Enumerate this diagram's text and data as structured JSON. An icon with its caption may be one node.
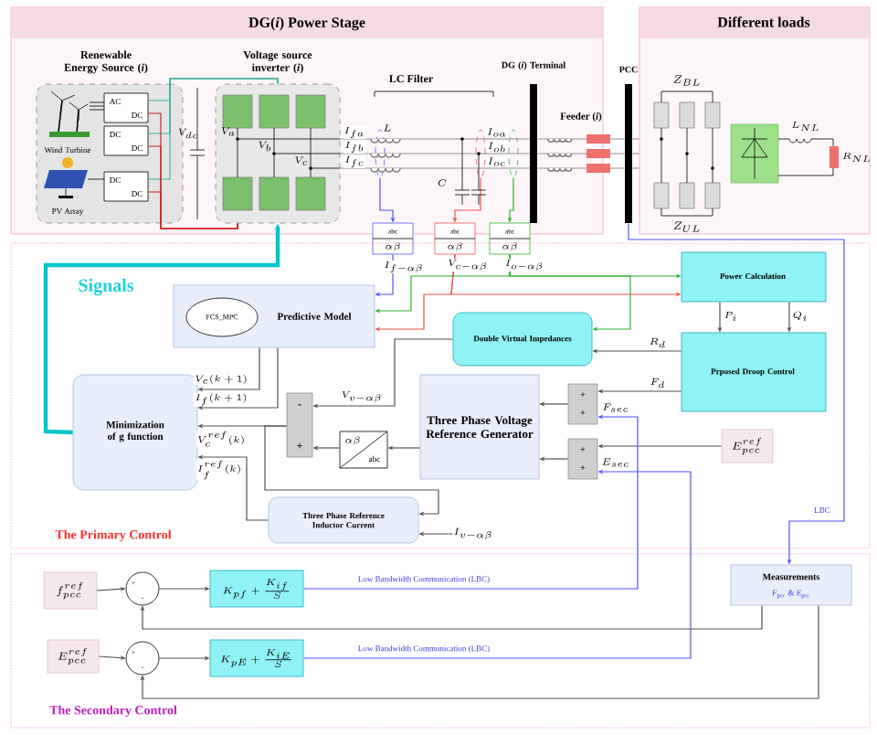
{
  "diagram": {
    "nodes": [
      {
        "text": [
          "DG(*i*) Power Stage"
        ]
      },
      {
        "text": [
          "Renewable Energy Source (*i*)",
          "Wind Turbine",
          "PV Array"
        ],
        "in": 0
      },
      {
        "text": [
          "AC",
          "DC"
        ],
        "in": 1
      },
      {
        "text": [
          "DC",
          "DC"
        ],
        "in": 1
      },
      {
        "text": [
          "DC",
          "DC"
        ],
        "in": 1
      },
      {
        "text": [
          "Voltage source inverter (*i*)"
        ],
        "in": 0
      },
      {
        "text": [
          "abc",
          "\\alpha\\beta"
        ]
      },
      {
        "text": [
          "abc",
          "\\alpha\\beta"
        ]
      },
      {
        "text": [
          "abc",
          "\\alpha\\beta"
        ]
      },
      {
        "text": [
          "Different loads"
        ]
      },
      {
        "text": [
          "The Primary Control"
        ]
      },
      {
        "text": [
          "Predictive Model"
        ],
        "in": 10
      },
      {
        "text": [
          "FCS_MPC"
        ],
        "in": 11
      },
      {
        "text": [
          "Minimization of g function"
        ],
        "in": 10
      },
      {
        "text": [
          "Power Calculation"
        ],
        "in": 10
      },
      {
        "text": [
          "Double Virtual Impedances"
        ],
        "in": 10
      },
      {
        "text": [
          "Prposed Droop Control"
        ],
        "in": 10
      },
      {
        "text": [
          "Three Phase Voltage Reference Generator"
        ],
        "in": 10
      },
      {
        "text": [
          "+",
          "+"
        ],
        "in": 10
      },
      {
        "text": [
          "+",
          "+"
        ],
        "in": 10
      },
      {
        "text": [
          "E_{pcc}^{ref}"
        ],
        "in": 10
      },
      {
        "text": [
          "-",
          "+"
        ],
        "in": 10
      },
      {
        "text": [
          "\\alpha\\beta",
          "abc"
        ],
        "in": 10
      },
      {
        "text": [
          "Three Phase Reference Inductor Current"
        ],
        "in": 10
      },
      {
        "text": [
          "The Secondary Control"
        ]
      },
      {
        "text": [
          "Measurements",
          "*F*$_{pcc}$ & *E*$_{pcc}$"
        ],
        "in": 24
      },
      {
        "text": [
          "f_{pcc}^{ref}"
        ],
        "in": 24
      },
      {
        "text": [
          "+",
          "-"
        ],
        "in": 24
      },
      {
        "text": [
          "K_{pf}+\\frac{K_{if}}{S}"
        ],
        "in": 24
      },
      {
        "text": [
          "E_{pcc}^{ref}"
        ],
        "in": 24
      },
      {
        "text": [
          "+",
          "-"
        ],
        "in": 24
      },
      {
        "text": [
          "K_{pE}+\\frac{K_{iE}}{S}"
        ],
        "in": 24
      },
      {
        "text": [],
        "shape": "ellipse",
        "in": 0
      },
      {
        "text": [],
        "shape": "ellipse",
        "in": 0
      },
      {
        "text": [],
        "shape": "ellipse",
        "in": 0
      },
      {
        "text": [
          "DG (*i*) Terminal"
        ],
        "in": 0
      },
      {
        "text": [
          "PCC"
        ]
      }
    ],
    "edges": [
      {
        "from": 13,
        "to": 5,
        "arrow": "to",
        "style": "thick",
        "color": "#00c4cc"
      },
      {
        "from": 32,
        "to": 6,
        "arrow": "to",
        "color": "#5050ff"
      },
      {
        "from": 33,
        "to": 7,
        "arrow": "to",
        "color": "#f05050"
      },
      {
        "from": 34,
        "to": 8,
        "arrow": "to",
        "color": "#30b030"
      },
      {
        "from": 6,
        "to": 11,
        "arrow": "to",
        "label": "I_{f-\\alpha\\beta}",
        "color": "#5050ff"
      },
      {
        "from": 7,
        "to": 11,
        "arrow": "to",
        "label": "V_{c-\\alpha\\beta}",
        "color": "#f05050"
      },
      {
        "from": 7,
        "to": 14,
        "arrow": "to",
        "color": "#f05050"
      },
      {
        "from": 8,
        "to": 11,
        "arrow": "to",
        "label": "I_{o-\\alpha\\beta}",
        "color": "#30b030"
      },
      {
        "from": 8,
        "to": 14,
        "arrow": "to",
        "color": "#30b030"
      },
      {
        "from": 8,
        "to": 15,
        "arrow": "to",
        "color": "#30b030"
      },
      {
        "from": 14,
        "to": 16,
        "arrow": "to",
        "label": "P_i"
      },
      {
        "from": 14,
        "to": 16,
        "arrow": "to",
        "label": "Q_i"
      },
      {
        "from": 16,
        "to": 15,
        "arrow": "to",
        "label": "R_d"
      },
      {
        "from": 16,
        "to": 18,
        "arrow": "to",
        "label": "F_d"
      },
      {
        "from": 20,
        "to": 19,
        "arrow": "to"
      },
      {
        "from": 18,
        "to": 17,
        "arrow": "to"
      },
      {
        "from": 19,
        "to": 17,
        "arrow": "to"
      },
      {
        "from": 17,
        "to": 22,
        "arrow": "to"
      },
      {
        "from": 22,
        "to": 21,
        "arrow": "to"
      },
      {
        "from": 15,
        "to": 21,
        "arrow": "to",
        "label": "V_{v-\\alpha\\beta}"
      },
      {
        "from": 21,
        "to": 13,
        "arrow": "to",
        "label": "V_c^{ref}(k)"
      },
      {
        "from": 21,
        "to": 23,
        "arrow": "to"
      },
      {
        "from": null,
        "to": 23,
        "arrow": "to",
        "label": "I_{v-\\alpha\\beta}"
      },
      {
        "from": 23,
        "to": 13,
        "arrow": "to",
        "label": "I_f^{ref}(k)"
      },
      {
        "from": 11,
        "to": 13,
        "arrow": "to",
        "label": "V_c(k+1)"
      },
      {
        "from": 11,
        "to": 13,
        "arrow": "to",
        "label": "I_f(k+1)"
      },
      {
        "from": 36,
        "to": 25,
        "arrow": "to",
        "color": "#5050ff"
      },
      {
        "from": 25,
        "to": 27,
        "arrow": "to"
      },
      {
        "from": 25,
        "to": 30,
        "arrow": "to"
      },
      {
        "from": 26,
        "to": 27,
        "arrow": "to"
      },
      {
        "from": 27,
        "to": 28,
        "arrow": "to"
      },
      {
        "from": 29,
        "to": 30,
        "arrow": "to"
      },
      {
        "from": 30,
        "to": 31,
        "arrow": "to"
      },
      {
        "from": 28,
        "to": 18,
        "arrow": "to",
        "label": "F_{sec}",
        "color": "#5050ff"
      },
      {
        "from": 31,
        "to": 19,
        "arrow": "to",
        "label": "E_{sec}",
        "color": "#5050ff"
      },
      {
        "from": 2,
        "to": 5,
        "arrow": "none",
        "color": "#40b0a0"
      },
      {
        "from": 3,
        "to": 5,
        "arrow": "none",
        "color": "#40b0a0"
      },
      {
        "from": 4,
        "to": 5,
        "arrow": "none",
        "color": "#40b0a0"
      },
      {
        "from": 2,
        "to": 5,
        "arrow": "none",
        "color": "#d02020"
      },
      {
        "from": 3,
        "to": 5,
        "arrow": "none",
        "color": "#d02020"
      },
      {
        "from": 4,
        "to": 5,
        "arrow": "none",
        "color": "#d02020"
      },
      {
        "from": 5,
        "to": 35,
        "arrow": "none",
        "color": "#909090"
      },
      {
        "from": 5,
        "to": 35,
        "arrow": "none",
        "color": "#909090"
      },
      {
        "from": 5,
        "to": 35,
        "arrow": "none",
        "color": "#909090"
      },
      {
        "from": 35,
        "to": 36,
        "arrow": "none",
        "color": "#909090"
      },
      {
        "from": 35,
        "to": 36,
        "arrow": "none",
        "color": "#909090"
      },
      {
        "from": 35,
        "to": 36,
        "arrow": "none",
        "color": "#909090"
      },
      {
        "from": 36,
        "to": 9,
        "arrow": "none",
        "color": "#909090"
      },
      {
        "from": 36,
        "to": 9,
        "arrow": "none",
        "color": "#909090"
      },
      {
        "from": 36,
        "to": 9,
        "arrow": "none",
        "color": "#909090"
      }
    ],
    "labels": [
      "Signals",
      "LC Filter",
      "L",
      "C",
      "V_{dc}",
      "V_a",
      "V_b",
      "V_c",
      "I_{fa}",
      "I_{fb}",
      "I_{fc}",
      "I_{oa}",
      "I_{ob}",
      "I_{oc}",
      "Feeder (*i*)",
      "Z_{BL}",
      "Z_{UL}",
      "L_{NL}",
      "R_{NL}",
      "LBC",
      "Low Bandwidth Communication (LBC)",
      "Low Bandwidth Communication (LBC)"
    ]
  }
}
